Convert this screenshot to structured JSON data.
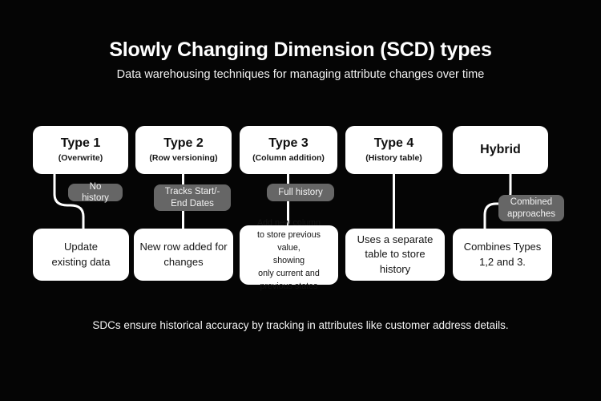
{
  "header": {
    "title": "Slowly Changing Dimension (SCD) types",
    "subtitle": "Data warehousing techniques for managing attribute changes over time"
  },
  "footer": {
    "caption": "SDCs ensure historical accuracy by tracking in attributes like customer address details."
  },
  "colors": {
    "background": "#050505",
    "card_fill": "#ffffff",
    "card_text": "#101010",
    "badge_fill": "#666666",
    "badge_text": "#f3f3f3",
    "connector": "#ffffff"
  },
  "columns": [
    {
      "id": "type-1",
      "title": "Type 1",
      "subtitle": "(Overwrite)",
      "badge": "No history",
      "description": "Update\nexisting data",
      "connector": "s-curve-right"
    },
    {
      "id": "type-2",
      "title": "Type 2",
      "subtitle": "(Row versioning)",
      "badge": "Tracks Start/-\nEnd Dates",
      "description": "New row added for\nchanges",
      "connector": "straight"
    },
    {
      "id": "type-3",
      "title": "Type 3",
      "subtitle": "(Column addition)",
      "badge": "Full history",
      "description": "Add new column\nto store previous value,\nshowing\nonly current and\nprevious states",
      "connector": "straight"
    },
    {
      "id": "type-4",
      "title": "Type 4",
      "subtitle": "(History table)",
      "badge": "",
      "description": "Uses a separate\ntable to store\nhistory",
      "connector": "straight"
    },
    {
      "id": "hybrid",
      "title": "Hybrid",
      "subtitle": "",
      "badge": "Combined\napproaches",
      "description": "Combines Types\n1,2 and 3.",
      "connector": "s-curve-left"
    }
  ]
}
